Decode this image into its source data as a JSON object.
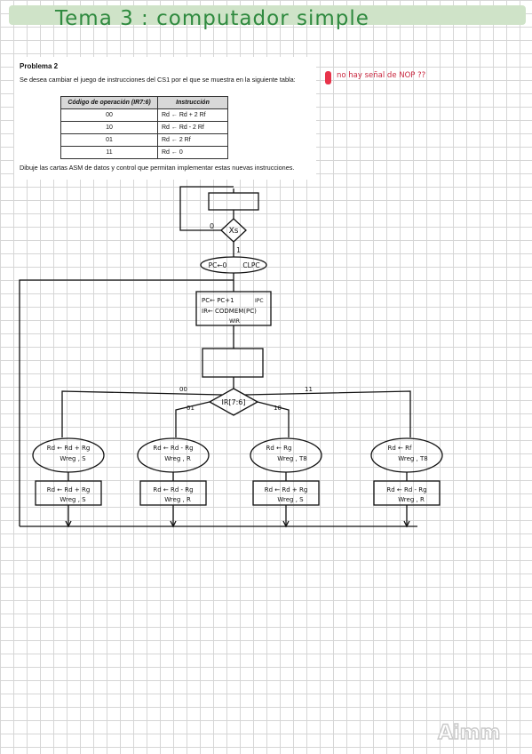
{
  "header": {
    "title": "Tema 3 : computador simple"
  },
  "problem": {
    "heading": "Problema 2",
    "intro": "Se desea cambiar el juego de instrucciones del CS1 por el que se muestra en la siguiente tabla:",
    "table": {
      "headers": [
        "Código de operación (IR7:6)",
        "Instrucción"
      ],
      "rows": [
        [
          "00",
          "Rd ← Rd + 2 Rf"
        ],
        [
          "10",
          "Rd ← Rd - 2 Rf"
        ],
        [
          "01",
          "Rd ← 2 Rf"
        ],
        [
          "11",
          "Rd ← 0"
        ]
      ]
    },
    "outro": "Dibuje las cartas ASM de datos y control que permitan implementar estas nuevas instrucciones."
  },
  "note": "no hay señal de NOP ??",
  "diagram": {
    "xs_decision": "Xs",
    "xs_false": "0",
    "xs_true": "1",
    "reset_oval": {
      "line1": "PC←0",
      "line2": "CLPC"
    },
    "fetch_box": {
      "line1": "PC← PC+1",
      "line1b": "IPC",
      "line2": "IR← CODMEM(PC)",
      "line3": "WIR"
    },
    "opcode_decision": "IR[7:6]",
    "branch_labels": {
      "b00": "00",
      "b01": "01",
      "b10": "10",
      "b11": "11"
    },
    "ovals": [
      {
        "line1": "Rd ← Rd + Rg",
        "line2": "Wreg , S"
      },
      {
        "line1": "Rd ← Rd - Rg",
        "line2": "Wreg , R"
      },
      {
        "line1": "Rd ← Rg",
        "line2": "Wreg , T8"
      },
      {
        "line1": "Rd ← Rf",
        "line2": "Wreg , T8"
      }
    ],
    "boxes": [
      {
        "line1": "Rd ← Rd + Rg",
        "line2": "Wreg , S"
      },
      {
        "line1": "Rd ← Rd - Rg",
        "line2": "Wreg , R"
      },
      {
        "line1": "Rd ← Rd + Rg",
        "line2": "Wreg , S"
      },
      {
        "line1": "Rd ← Rd - Rg",
        "line2": "Wreg , R"
      }
    ]
  },
  "watermark": "Aimm"
}
